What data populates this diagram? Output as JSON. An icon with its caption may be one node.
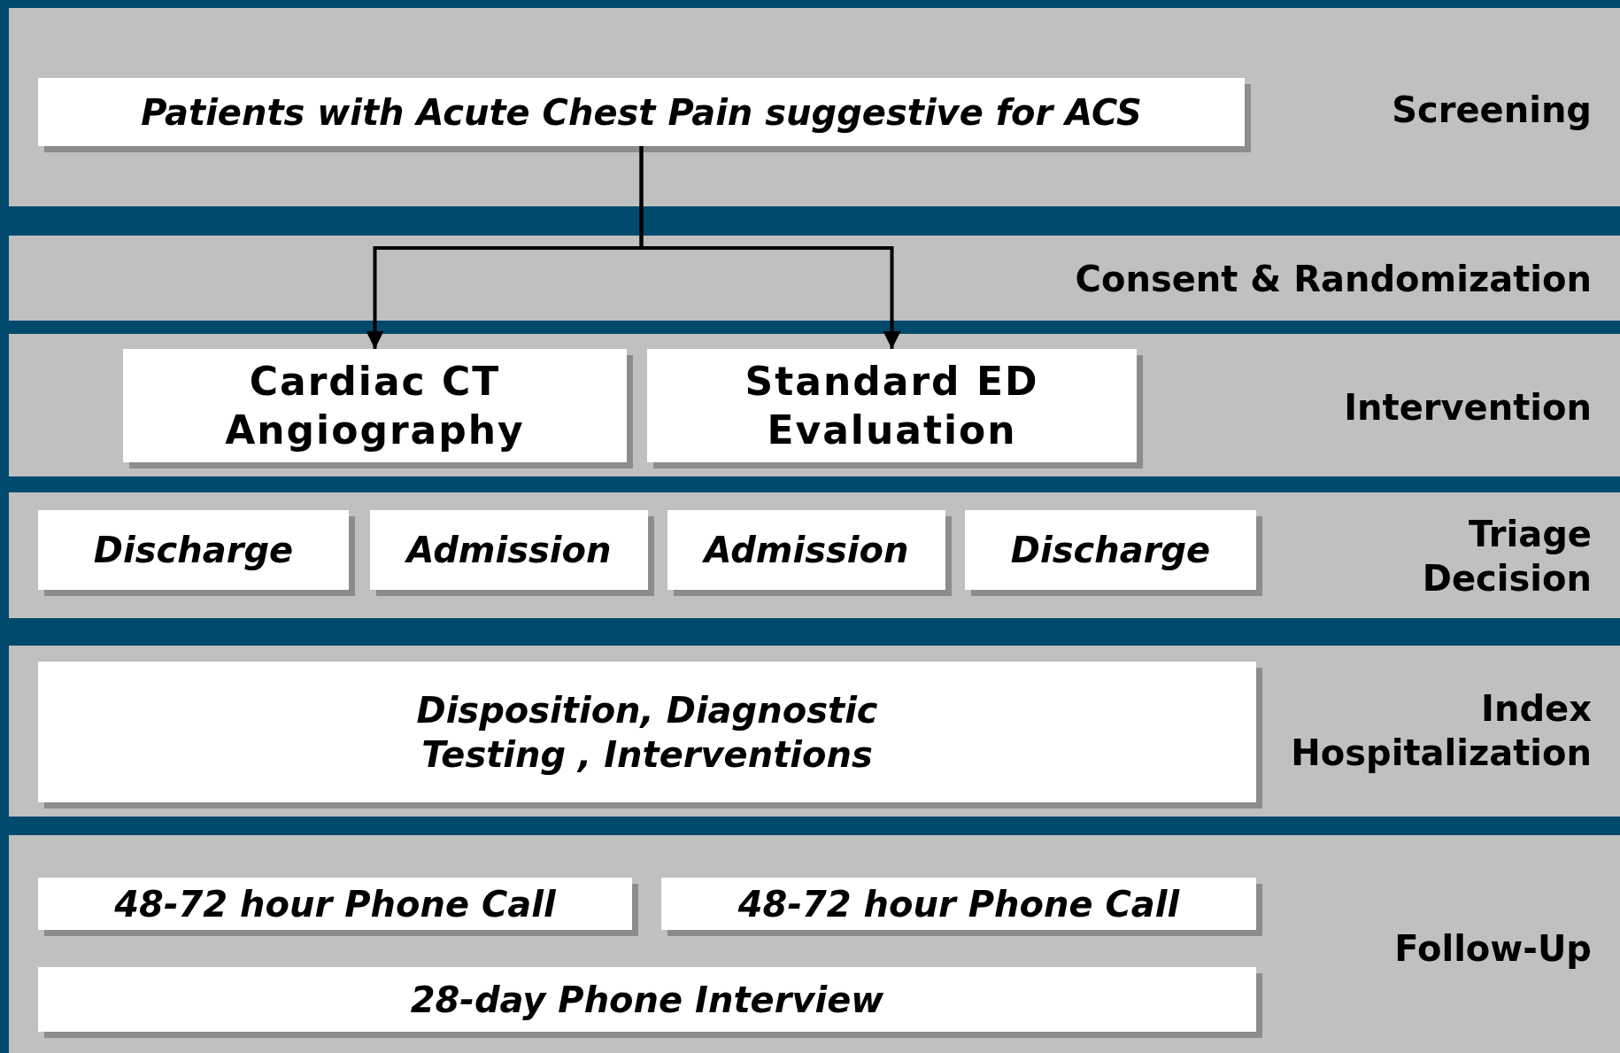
{
  "diagram": {
    "nodes": [
      {
        "text": [
          "Screening"
        ]
      },
      {
        "text": [
          "Patients with Acute Chest Pain suggestive for ACS"
        ],
        "in": 0
      },
      {
        "text": [
          "Consent & Randomization"
        ]
      },
      {
        "text": [
          "Intervention"
        ]
      },
      {
        "text": [
          "Cardiac CT Angiography"
        ],
        "in": 3
      },
      {
        "text": [
          "Standard ED Evaluation"
        ],
        "in": 3
      },
      {
        "text": [
          "Triage Decision"
        ]
      },
      {
        "text": [
          "Discharge"
        ],
        "in": 6
      },
      {
        "text": [
          "Admission"
        ],
        "in": 6
      },
      {
        "text": [
          "Admission"
        ],
        "in": 6
      },
      {
        "text": [
          "Discharge"
        ],
        "in": 6
      },
      {
        "text": [
          "Index Hospitalization"
        ]
      },
      {
        "text": [
          "Disposition, Diagnostic Testing , Interventions"
        ],
        "in": 11
      },
      {
        "text": [
          "Follow-Up"
        ]
      },
      {
        "text": [
          "48-72 hour Phone Call"
        ],
        "in": 13
      },
      {
        "text": [
          "48-72 hour Phone Call"
        ],
        "in": 13
      },
      {
        "text": [
          "28-day Phone Interview"
        ],
        "in": 13
      }
    ],
    "edges": [
      {
        "from": 1,
        "to": 4,
        "arrow": "to"
      },
      {
        "from": 1,
        "to": 5,
        "arrow": "to"
      }
    ]
  }
}
